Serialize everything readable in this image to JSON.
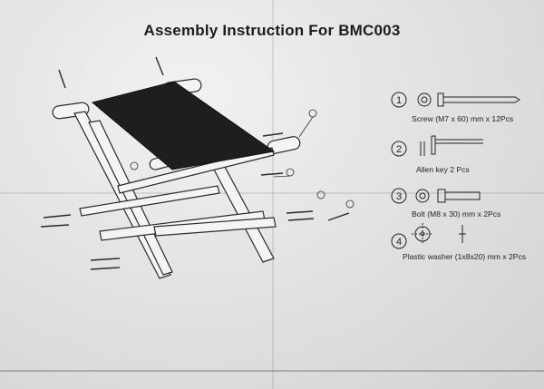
{
  "title": "Assembly Instruction For BMC003",
  "parts": [
    {
      "number": "1",
      "label": "Screw (M7 x 60) mm x 12Pcs",
      "icon": "screw-icon"
    },
    {
      "number": "2",
      "label": "Allen key 2 Pcs",
      "icon": "allen-key-icon"
    },
    {
      "number": "3",
      "label": "Bolt  (M8 x 30) mm x 2Pcs",
      "icon": "bolt-icon"
    },
    {
      "number": "4",
      "label": "Plastic washer (1x8x20) mm x 2Pcs",
      "icon": "washer-icon"
    }
  ],
  "colors": {
    "ink": "#1c1c1c",
    "paper": "#e6e6e6",
    "seat": "#1e1e1e"
  }
}
